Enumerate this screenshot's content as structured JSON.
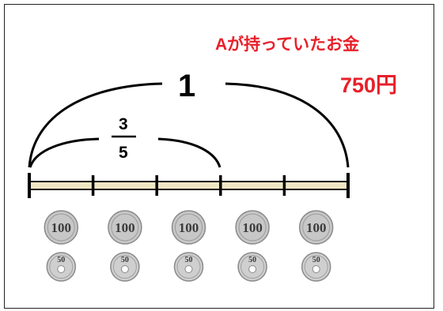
{
  "title": "Aが持っていたお金",
  "amount": "750円",
  "whole_label": "1",
  "fraction": {
    "numerator": "3",
    "denominator": "5"
  },
  "segments": 5,
  "fraction_segments": 3,
  "coins": {
    "hundred": {
      "label": "100",
      "count": 5
    },
    "fifty": {
      "label": "50",
      "count": 5
    }
  },
  "colors": {
    "bar_fill": "#efe6c4",
    "bar_stroke": "#111111",
    "text_red": "#e8202a",
    "coin_gray": "#c7c7c7"
  }
}
